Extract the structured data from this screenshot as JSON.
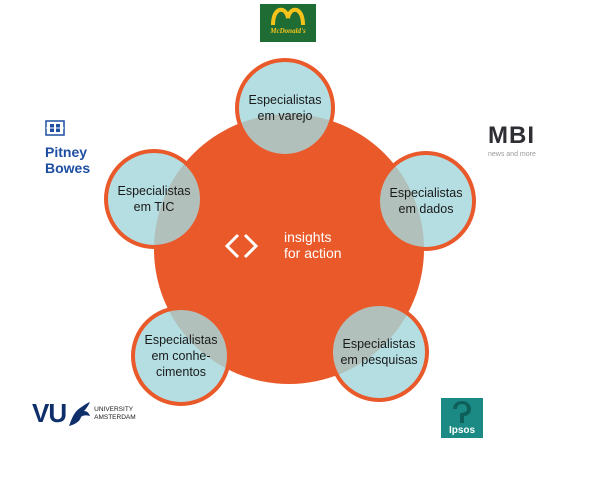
{
  "center": {
    "line1": "insights",
    "line2": "for action"
  },
  "nodes": {
    "varejo": "Especialistas em varejo",
    "dados": "Especialistas em dados",
    "pesquisas": "Especialistas em pesquisas",
    "conhecimentos": "Especialistas em conhe-\ncimentos",
    "tic": "Especialistas em TIC"
  },
  "logos": {
    "mcdonalds": "McDonald's",
    "pitney_bowes": {
      "line1": "Pitney",
      "line2": "Bowes"
    },
    "mbi": {
      "title": "MBI",
      "subtitle": "news and more"
    },
    "vu": {
      "mark": "VU",
      "line1": "UNIVERSITY",
      "line2": "AMSTERDAM"
    },
    "ipsos": "Ipsos"
  },
  "colors": {
    "hub": "#e9592a",
    "node_fill": "#a5d7dc",
    "mcdonalds_green": "#1f6d35",
    "mcdonalds_yellow": "#f7c31b",
    "pitney_blue": "#1d4ea1",
    "ipsos_teal": "#1b8a84"
  },
  "icons": {
    "hub_mark": "angle-brackets-icon",
    "mcdonalds": "golden-arches-icon",
    "pitney_bowes": "pb-emblem-icon",
    "vu": "griffin-icon"
  }
}
